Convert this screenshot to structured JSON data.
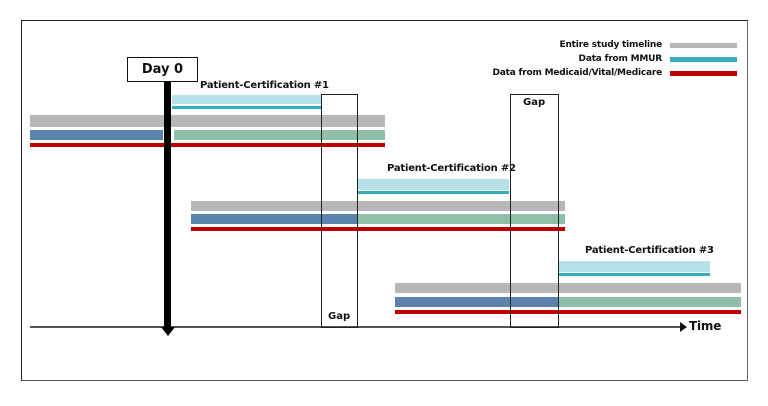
{
  "colors": {
    "entire_study": "#b7b7b7",
    "mmur": "#35adc1",
    "mmur_light": "#b6e1e8",
    "medicaid": "#c00000",
    "pre_day0": "#5b84ad",
    "post_day0": "#8fbfa6",
    "axis": "#555555",
    "day0_marker": "#000000"
  },
  "legend": [
    {
      "label": "Entire study timeline",
      "color_key": "entire_study"
    },
    {
      "label": "Data from MMUR",
      "color_key": "mmur"
    },
    {
      "label": "Data from Medicaid/Vital/Medicare",
      "color_key": "medicaid"
    }
  ],
  "day0": {
    "label": "Day 0"
  },
  "axis": {
    "label": "Time"
  },
  "certifications": [
    {
      "label": "Patient-Certification #1"
    },
    {
      "label": "Patient-Certification #2"
    },
    {
      "label": "Patient-Certification #3"
    }
  ],
  "gaps": [
    {
      "label": "Gap"
    },
    {
      "label": "Gap"
    }
  ]
}
